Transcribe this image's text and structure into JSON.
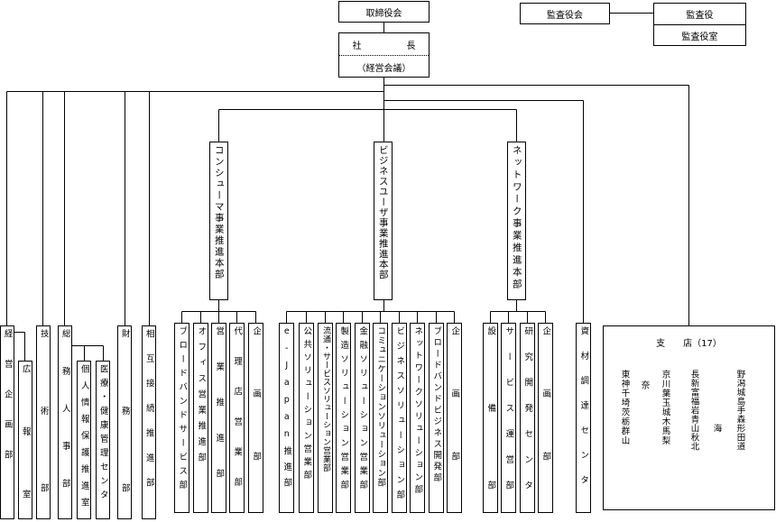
{
  "top": {
    "board": "取締役会",
    "auditors_board": "監査役会",
    "auditor": "監査役",
    "audit_office": "監査役室",
    "president": "社　　　　　長",
    "management_meeting": "（経営会議）"
  },
  "hq": {
    "consumer": "コンシューマ事業推進本部",
    "business": "ビジネスユーザ事業推進本部",
    "network": "ネットワーク事業推進本部"
  },
  "left_depts": {
    "keiei_kikaku": "経営企画部",
    "kouhou": "広報室",
    "gijutsu": "技術部",
    "soumu_jinji": "総務人事部",
    "kojin_joho": "個人情報保護推進室",
    "iryo_kenko": "医療・健康管理センタ",
    "zaimu": "財務部",
    "sougo_setsuzoku": "相互接続推進部"
  },
  "consumer_depts": {
    "broadband_service": "ブロードバンドサービス部",
    "office_eigyo": "オフィス営業推進部",
    "eigyo_suishin": "営業推進部",
    "dairiten": "代理店営業部",
    "kikaku": "企画部"
  },
  "business_depts": {
    "ejapan": "e-Japan推進部",
    "koukyou": "公共ソリューション営業部",
    "ryutsu": "流通・サービスソリューション営業部",
    "seizou": "製造ソリューション営業部",
    "kinyu": "金融ソリューション営業部",
    "communication": "コミュニケーションソリューション部",
    "business_solution": "ビジネスソリューション部",
    "network_solution": "ネットワークソリューション部",
    "broadband_business": "ブロードバンドビジネス開発部",
    "kikaku": "企画部"
  },
  "network_depts": {
    "setsubi": "設備部",
    "service_unei": "サービス運営部",
    "kenkyu": "研究開発センタ",
    "kikaku": "企画部"
  },
  "shizai": "資材調達センタ",
  "branches": {
    "title": "支　　店（17）",
    "columns": [
      "東神千埼茨栃群山",
      "奈",
      "京川葉玉城木馬梨",
      "長新富福岩青山秋北",
      "海",
      "野潟城島手森形田道"
    ]
  }
}
